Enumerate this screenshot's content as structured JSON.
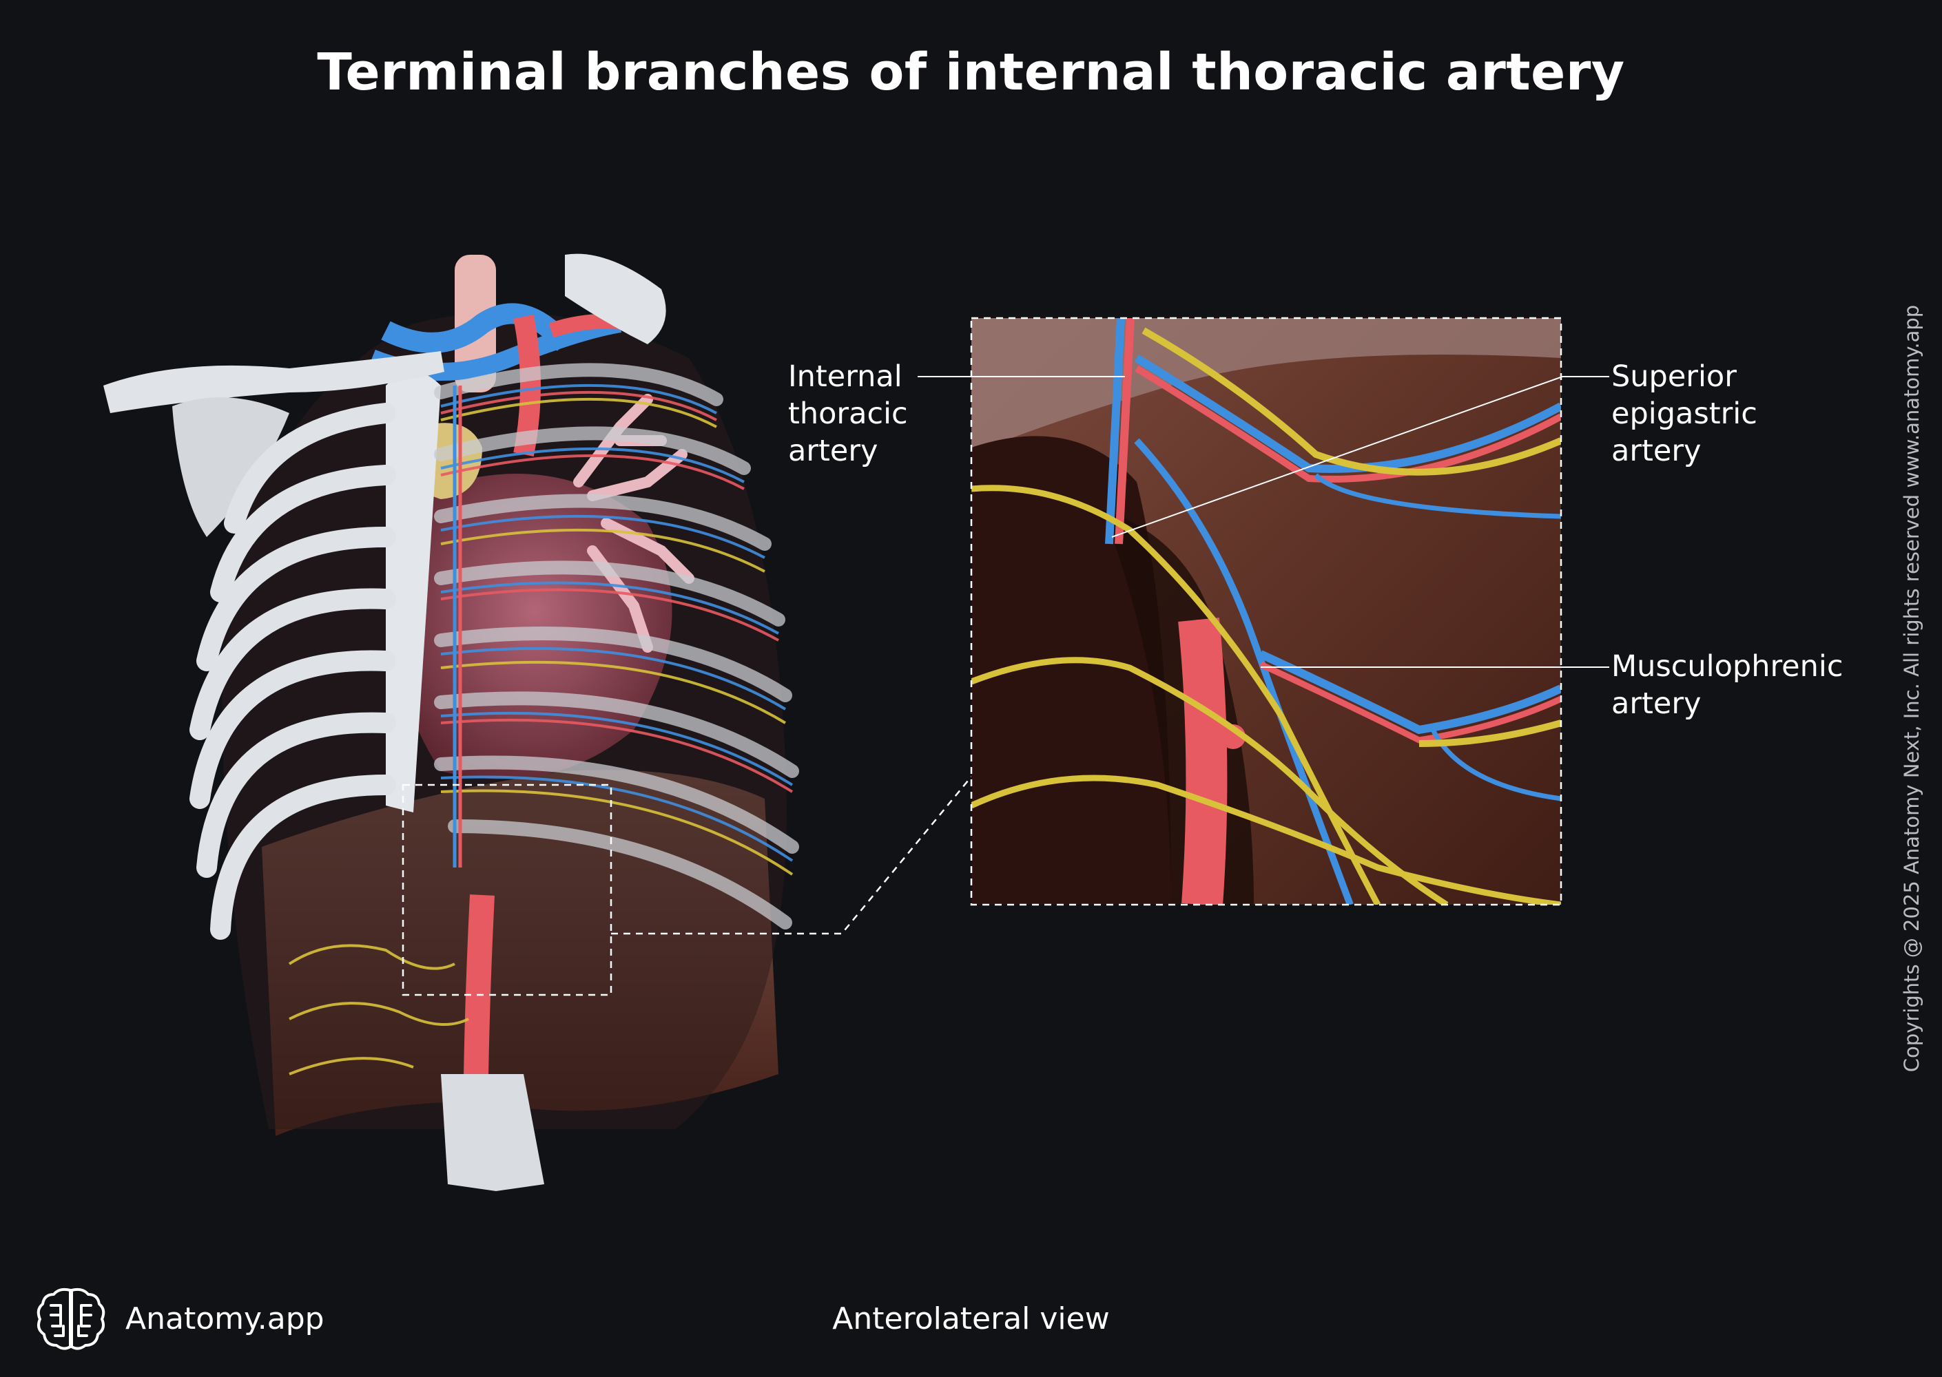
{
  "title": "Terminal branches of internal thoracic artery",
  "labels": {
    "internal_thoracic": [
      "Internal",
      "thoracic",
      "artery"
    ],
    "superior_epigastric": [
      "Superior",
      "epigastric",
      "artery"
    ],
    "musculophrenic": [
      "Musculophrenic",
      "artery"
    ]
  },
  "caption": "Anterolateral view",
  "brand": "Anatomy.app",
  "copyright": "Copyrights @ 2025 Anatomy Next, Inc. All rights reserved www.anatomy.app",
  "colors": {
    "background": "#101216",
    "artery": "#e85a62",
    "vein": "#3f8fe0",
    "nerve": "#d8c23a",
    "bone": "#d9dde2",
    "muscle": "#6a3a2e"
  }
}
